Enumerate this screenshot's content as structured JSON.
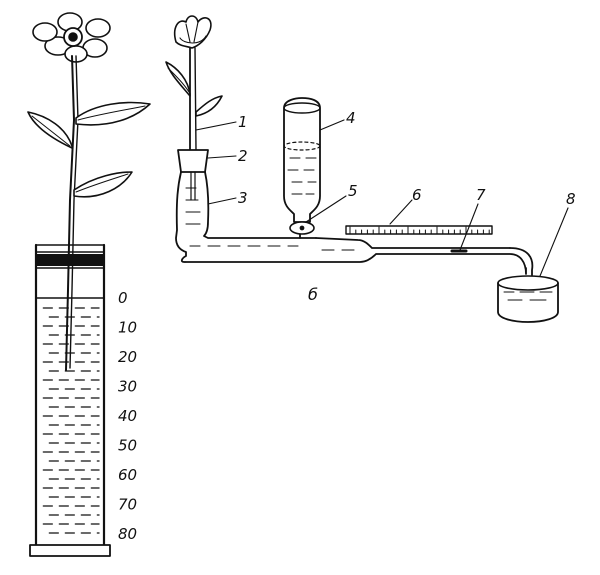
{
  "diagram": {
    "scale": {
      "ticks": [
        "0",
        "10",
        "20",
        "30",
        "40",
        "50",
        "60",
        "70",
        "80"
      ]
    },
    "panel_label": "б",
    "parts": [
      "1",
      "2",
      "3",
      "4",
      "5",
      "6",
      "7",
      "8"
    ],
    "colors": {
      "ink": "#111111",
      "paper": "#ffffff"
    }
  }
}
